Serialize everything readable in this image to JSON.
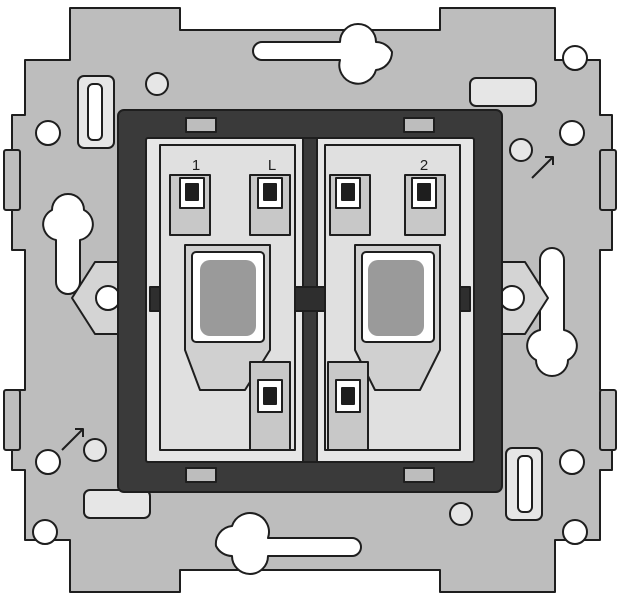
{
  "diagram": {
    "terminal_labels": {
      "t1": "1",
      "tL": "L",
      "t2": "2"
    },
    "colors": {
      "frame": "#bdbdbd",
      "outline": "#1e1e1e",
      "plate": "#3a3a3a",
      "mechanism": "#e0e0e0",
      "part_shade": "#c8c8c8",
      "lens": "#9a9a9a",
      "background": "#ffffff"
    }
  }
}
